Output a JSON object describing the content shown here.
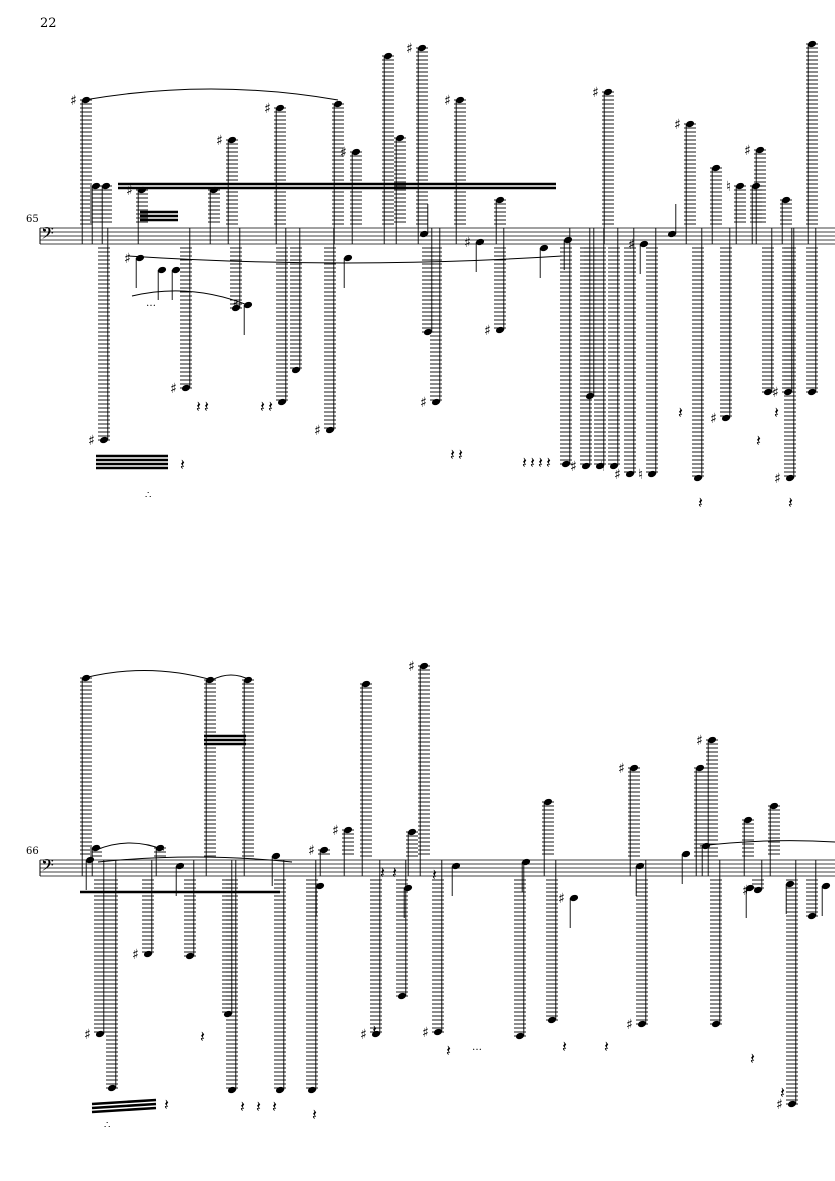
{
  "page": {
    "number": "22"
  },
  "systems": [
    {
      "measure_number": "65",
      "clef": "bass",
      "key_signature": "none"
    },
    {
      "measure_number": "66",
      "clef": "bass",
      "key_signature": "none"
    }
  ],
  "colors": {
    "ink": "#000000",
    "paper": "#ffffff"
  }
}
